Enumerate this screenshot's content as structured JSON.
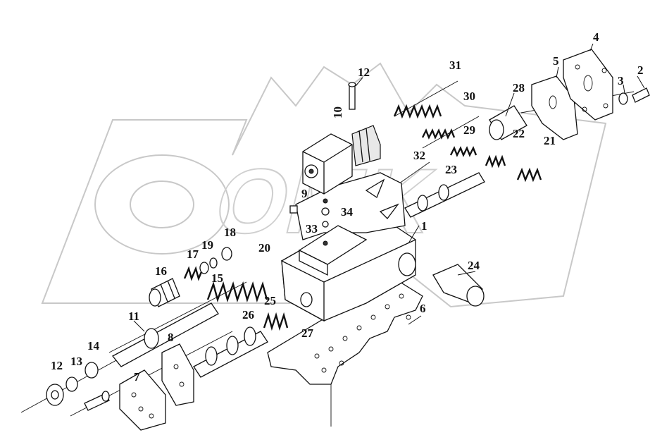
{
  "part_labels": [
    "1",
    "2",
    "3",
    "4",
    "5",
    "6",
    "7",
    "8",
    "9",
    "10",
    "11",
    "12",
    "12",
    "13",
    "14",
    "15",
    "16",
    "17",
    "18",
    "19",
    "20",
    "21",
    "22",
    "23",
    "24",
    "25",
    "26",
    "27",
    "28",
    "29",
    "30",
    "31",
    "32",
    "33",
    "34"
  ],
  "watermark": "OMK"
}
